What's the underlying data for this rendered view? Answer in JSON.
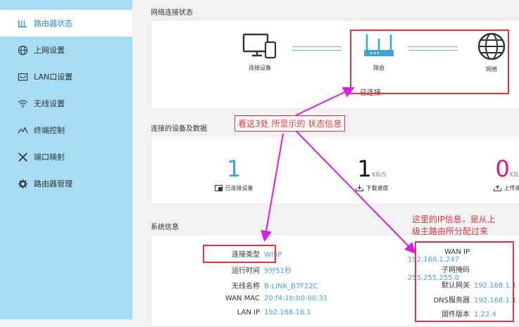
{
  "sidebar": {
    "items": [
      {
        "label": "路由器状态",
        "icon": "router-status-icon",
        "active": true
      },
      {
        "label": "上网设置",
        "icon": "globe-icon"
      },
      {
        "label": "LAN口设置",
        "icon": "lan-port-icon"
      },
      {
        "label": "无线设置",
        "icon": "wifi-icon"
      },
      {
        "label": "终端控制",
        "icon": "terminal-control-icon"
      },
      {
        "label": "端口映射",
        "icon": "tools-icon"
      },
      {
        "label": "路由器管理",
        "icon": "gear-icon"
      }
    ]
  },
  "network_status": {
    "title": "网络连接状态",
    "devices": [
      {
        "label": "连接设备",
        "icon": "monitor-phone-icon"
      },
      {
        "label": "路由",
        "icon": "router-icon"
      },
      {
        "label": "网络",
        "icon": "globe-icon"
      }
    ],
    "status": "已连接"
  },
  "connected": {
    "title": "连接的设备及数据",
    "device_count": "1",
    "device_count_label": "已连接设备",
    "download_value": "1",
    "download_unit": "KB/S",
    "download_label": "下载速度",
    "upload_value": "0",
    "upload_unit": "KB/S",
    "upload_label": "上传速度"
  },
  "system_info": {
    "title": "系统信息",
    "left_rows": [
      {
        "label": "连接类型",
        "value": "WISP"
      },
      {
        "label": "运行时间",
        "value": "9分51秒"
      },
      {
        "label": "无线名称",
        "value": "B-LINK_B7F22C"
      },
      {
        "label": "WAN MAC",
        "value": "20:f4:1b:b0:00:31"
      },
      {
        "label": "LAN IP",
        "value": "192.168.16.1"
      }
    ],
    "right_rows": [
      {
        "label": "WAN IP",
        "value": "192.168.1.247"
      },
      {
        "label": "子网掩码",
        "value": "255.255.255.0"
      },
      {
        "label": "默认网关",
        "value": "192.168.1.1"
      },
      {
        "label": "DNS服务器",
        "value": "192.168.1.1"
      },
      {
        "label": "固件版本",
        "value": "1.22.4"
      }
    ]
  },
  "annotations": {
    "callout": "看这3处 所显示的 状态信息",
    "ip_note_line1": "这里的IP信息，是从上",
    "ip_note_line2": "级主路由所分配过来"
  },
  "colors": {
    "sidebar_bg": "#a6dcf4",
    "accent_blue": "#3ba3e0",
    "upload_pink": "#e0186c",
    "annotation_red": "#e8323c",
    "arrow_magenta": "#d51ee8"
  }
}
